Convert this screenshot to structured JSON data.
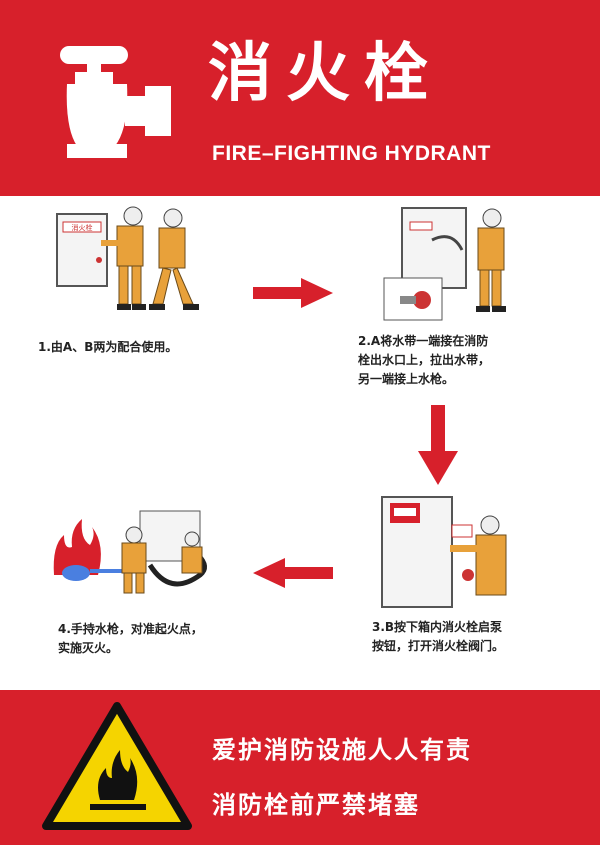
{
  "header": {
    "title_cn": "消火栓",
    "title_en": "FIRE–FIGHTING HYDRANT"
  },
  "steps": [
    {
      "text": "1.由A、B两为配合使用。"
    },
    {
      "text": "2.A将水带一端接在消防\n栓出水口上，拉出水带，\n另一端接上水枪。"
    },
    {
      "text": "3.B按下箱内消火栓启泵\n按钮，打开消火栓阀门。"
    },
    {
      "text": "4.手持水枪，对准起火点，\n实施灭火。"
    }
  ],
  "cabinet_label": "消火栓",
  "footer": {
    "slogan_1": "爱护消防设施人人有责",
    "slogan_2": "消防栓前严禁堵塞"
  },
  "colors": {
    "brand_red": "#d7202b",
    "worker_orange": "#e8a13a",
    "warning_yellow": "#f5d400"
  }
}
